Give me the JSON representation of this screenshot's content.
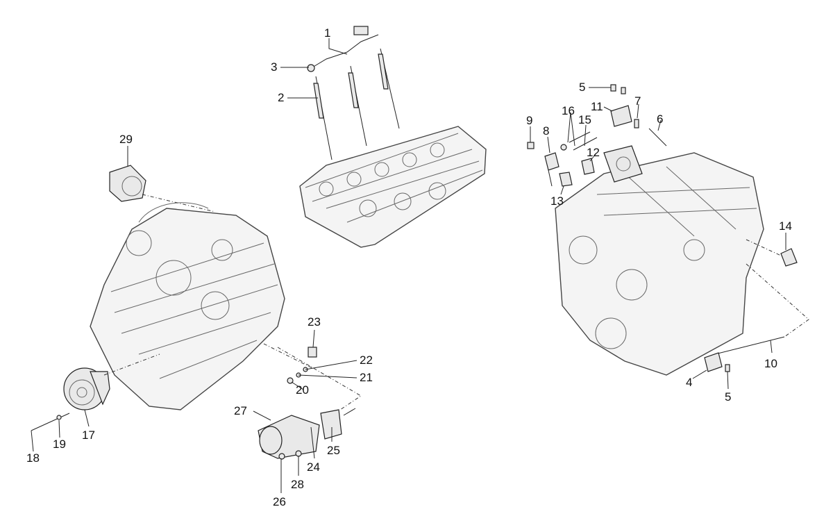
{
  "callouts": {
    "c1": "1",
    "c2": "2",
    "c3": "3",
    "c4": "4",
    "c5a": "5",
    "c5b": "5",
    "c6": "6",
    "c7": "7",
    "c8": "8",
    "c9": "9",
    "c10": "10",
    "c11": "11",
    "c12": "12",
    "c13": "13",
    "c14": "14",
    "c15": "15",
    "c16": "16",
    "c17": "17",
    "c18": "18",
    "c19": "19",
    "c20": "20",
    "c21": "21",
    "c22": "22",
    "c23": "23",
    "c24": "24",
    "c25": "25",
    "c26": "26",
    "c27": "27",
    "c28": "28",
    "c29": "29"
  }
}
